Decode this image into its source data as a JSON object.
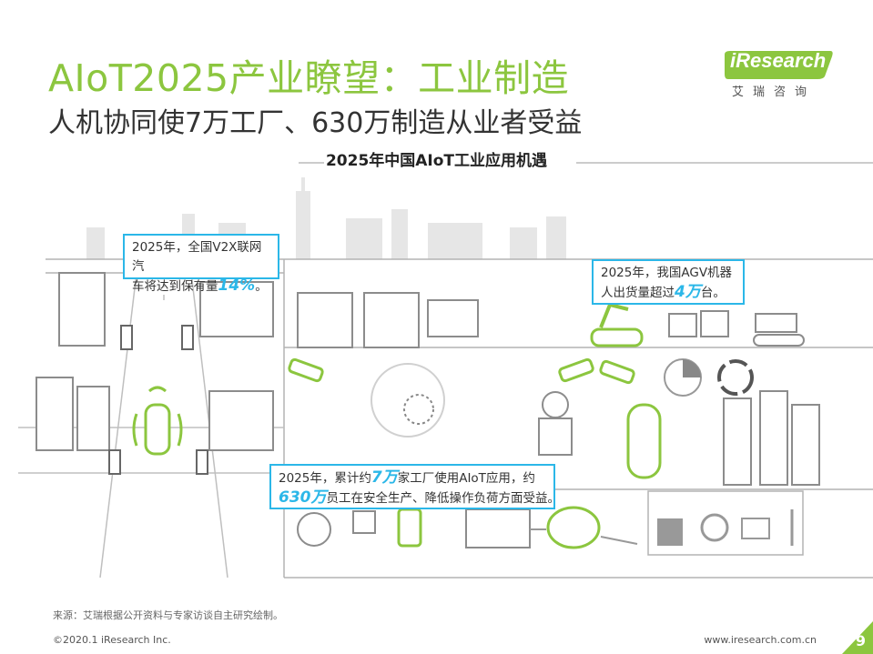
{
  "header": {
    "title": "AIoT2025产业瞭望：工业制造",
    "subtitle": "人机协同使7万工厂、630万制造从业者受益"
  },
  "logo": {
    "text": "iResearch",
    "cn": "艾瑞咨询"
  },
  "section": {
    "title": "2025年中国AIoT工业应用机遇"
  },
  "callouts": {
    "v2x": {
      "line1": "2025年，全国V2X联网汽",
      "line2_pre": "车将达到保有量",
      "highlight": "14%",
      "line2_post": "。"
    },
    "agv": {
      "line1": "2025年，我国AGV机器",
      "line2_pre": "人出货量超过",
      "highlight": "4万",
      "line2_post": "台。"
    },
    "factory": {
      "line1_pre": "2025年，累计约",
      "highlight1": "7万",
      "line1_post": "家工厂使用AIoT应用，约",
      "highlight2": "630万",
      "line2_post": "员工在安全生产、降低操作负荷方面受益。"
    }
  },
  "footer": {
    "source": "来源：艾瑞根据公开资料与专家访谈自主研究绘制。",
    "copyright": "©2020.1 iResearch Inc.",
    "website": "www.iresearch.com.cn",
    "page": "9"
  },
  "colors": {
    "brand_green": "#8cc63f",
    "accent_blue": "#2bb7e8",
    "line_gray": "#9a9a9a",
    "light_gray": "#d8d8d8",
    "dark_gray": "#666666"
  }
}
